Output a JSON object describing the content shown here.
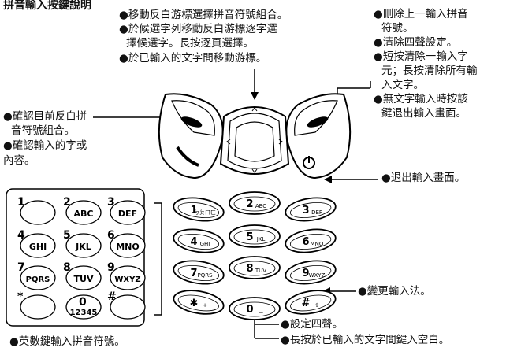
{
  "title": "拼音輸入按鍵說明",
  "annotations": {
    "nav_key": [
      "●移動反白游標選擇拼音符號組合。",
      "●於候選字列移動反白游標逐字選",
      "擇候選字。長按逐頁選擇。",
      "●於已輸入的文字間移動游標。"
    ],
    "left_soft_key": [
      "●確認目前反白拼",
      "音符號組合。",
      "●確認輸入的字或",
      "內容。"
    ],
    "clear_key": [
      "●刪除上一輸入拼音",
      "符號。",
      "●清除四聲設定。",
      "●短按清除一輸入字",
      "元；長按清除所有輸",
      "入文字。",
      "●無文字輸入時按該",
      "鍵退出輸入畫面。"
    ],
    "end_key": "●退出輸入畫面。",
    "hash_key": "●變更輸入法。",
    "zero_key": [
      "●設定四聲。",
      "●長按於已輸入的文字間鍵入空白。"
    ],
    "number_keys": "●英數鍵輸入拼音符號。"
  },
  "keypad_legend": [
    {
      "num": "1",
      "letters": ""
    },
    {
      "num": "2",
      "letters": "ABC"
    },
    {
      "num": "3",
      "letters": "DEF"
    },
    {
      "num": "4",
      "letters": "GHI"
    },
    {
      "num": "5",
      "letters": "JKL"
    },
    {
      "num": "6",
      "letters": "MNO"
    },
    {
      "num": "7",
      "letters": "PQRS"
    },
    {
      "num": "8",
      "letters": "TUV"
    },
    {
      "num": "9",
      "letters": "WXYZ"
    },
    {
      "num": "*",
      "letters": ""
    },
    {
      "num": "0",
      "letters": "12345"
    },
    {
      "num": "#",
      "letters": ""
    }
  ],
  "phone_keys": [
    {
      "num": "1",
      "sub": "ㄅㄆㄇㄈ"
    },
    {
      "num": "2",
      "sub": "ABC"
    },
    {
      "num": "3",
      "sub": "DEF"
    },
    {
      "num": "4",
      "sub": "GHI"
    },
    {
      "num": "5",
      "sub": "JKL"
    },
    {
      "num": "6",
      "sub": "MNO"
    },
    {
      "num": "7",
      "sub": "PQRS"
    },
    {
      "num": "8",
      "sub": "TUV"
    },
    {
      "num": "9",
      "sub": "WXYZ"
    },
    {
      "num": "✱",
      "sub": "+"
    },
    {
      "num": "0",
      "sub": "⌴"
    },
    {
      "num": "#",
      "sub": "⇧"
    }
  ]
}
